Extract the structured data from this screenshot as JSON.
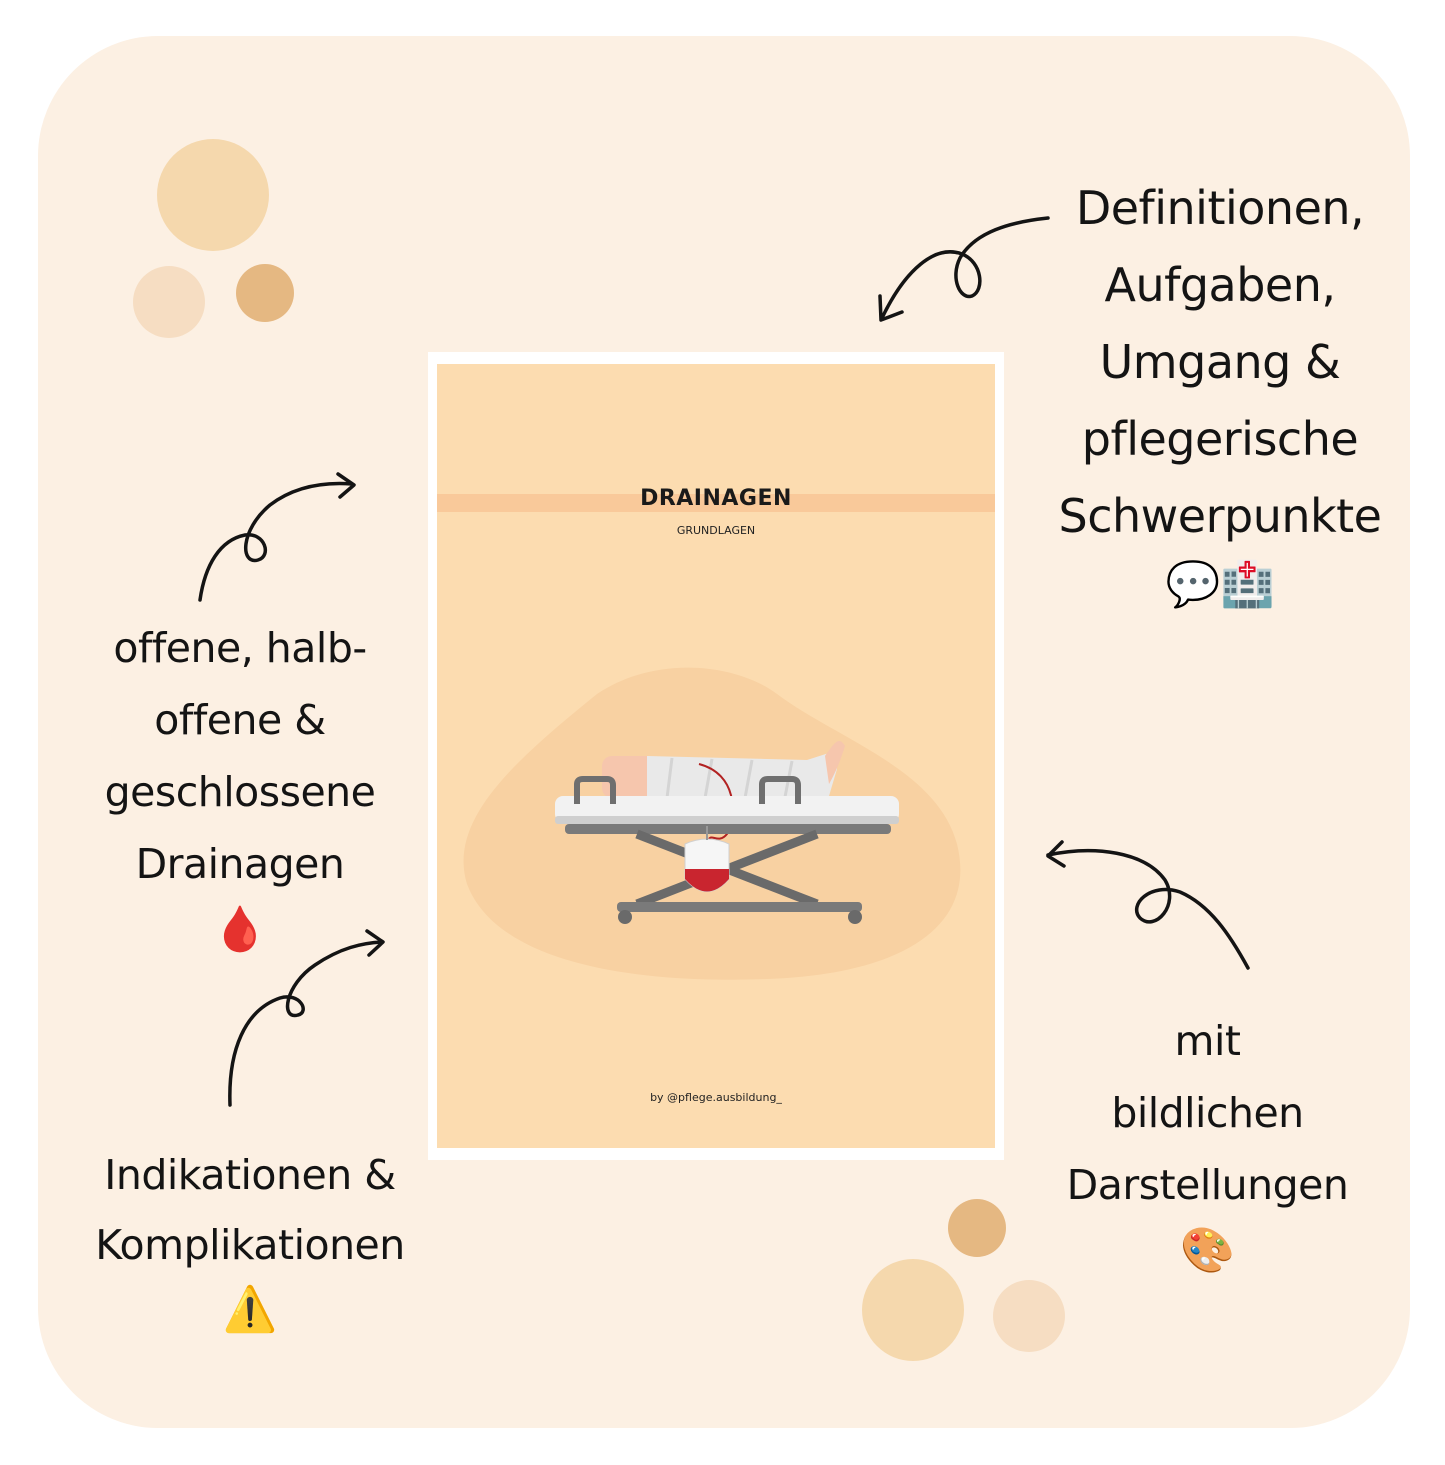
{
  "colors": {
    "card_background": "#fcf0e3",
    "cover_background": "#fcdcb0",
    "cover_band": "#f9c99a",
    "blob": "#f8d1a2",
    "dot_light": "#f5d8ad",
    "dot_pale": "#f6ddc2",
    "dot_dark": "#e5b882"
  },
  "cover": {
    "title": "DRAINAGEN",
    "subtitle": "GRUNDLAGEN",
    "byline": "by @pflege.ausbildung_"
  },
  "notes": {
    "definitions": {
      "lines": [
        "Definitionen,",
        "Aufgaben,",
        "Umgang &",
        "pflegerische",
        "Schwerpunkte"
      ],
      "emoji": "💬🏥"
    },
    "drain_types": {
      "lines": [
        "offene, halb-",
        "offene &",
        "geschlossene",
        "Drainagen"
      ],
      "emoji": "🩸"
    },
    "indications": {
      "lines": [
        "Indikationen &",
        "Komplikationen"
      ],
      "emoji": "⚠️"
    },
    "illustrations": {
      "lines": [
        "mit",
        "bildlichen",
        "Darstellungen"
      ],
      "emoji": "🎨"
    }
  },
  "icons": {
    "illustration": "patient-on-stretcher-with-drainage-bag-icon",
    "arrows": "hand-drawn-curved-arrow-icon"
  }
}
